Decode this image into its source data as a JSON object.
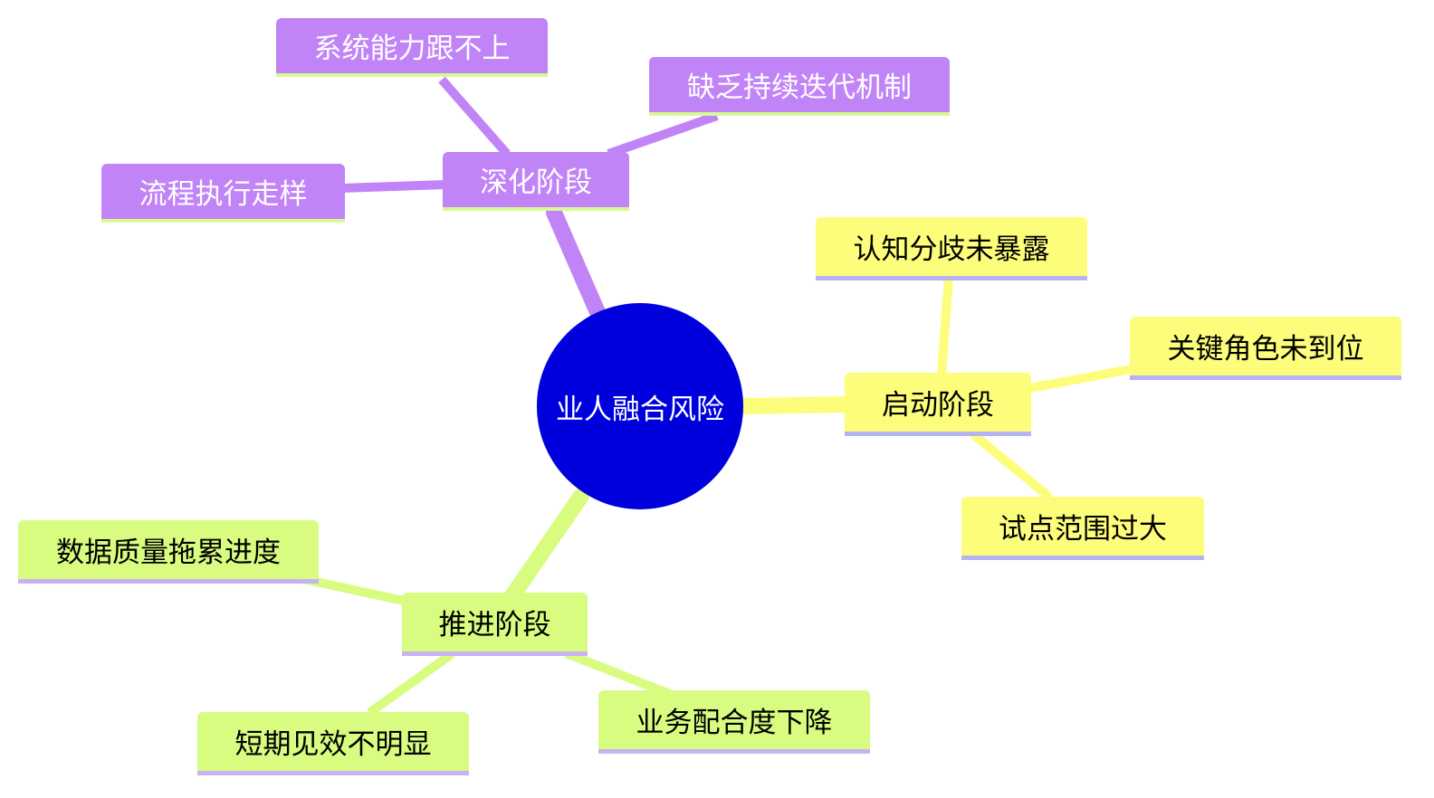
{
  "root": {
    "label": "业人融合风险",
    "color": "#0000dd"
  },
  "branches": [
    {
      "label": "深化阶段",
      "color": "#c184f7",
      "children": [
        "系统能力跟不上",
        "缺乏持续迭代机制",
        "流程执行走样"
      ]
    },
    {
      "label": "启动阶段",
      "color": "#fdfd7c",
      "children": [
        "认知分歧未暴露",
        "关键角色未到位",
        "试点范围过大"
      ]
    },
    {
      "label": "推进阶段",
      "color": "#d7fc80",
      "children": [
        "数据质量拖累进度",
        "短期见效不明显",
        "业务配合度下降"
      ]
    }
  ]
}
